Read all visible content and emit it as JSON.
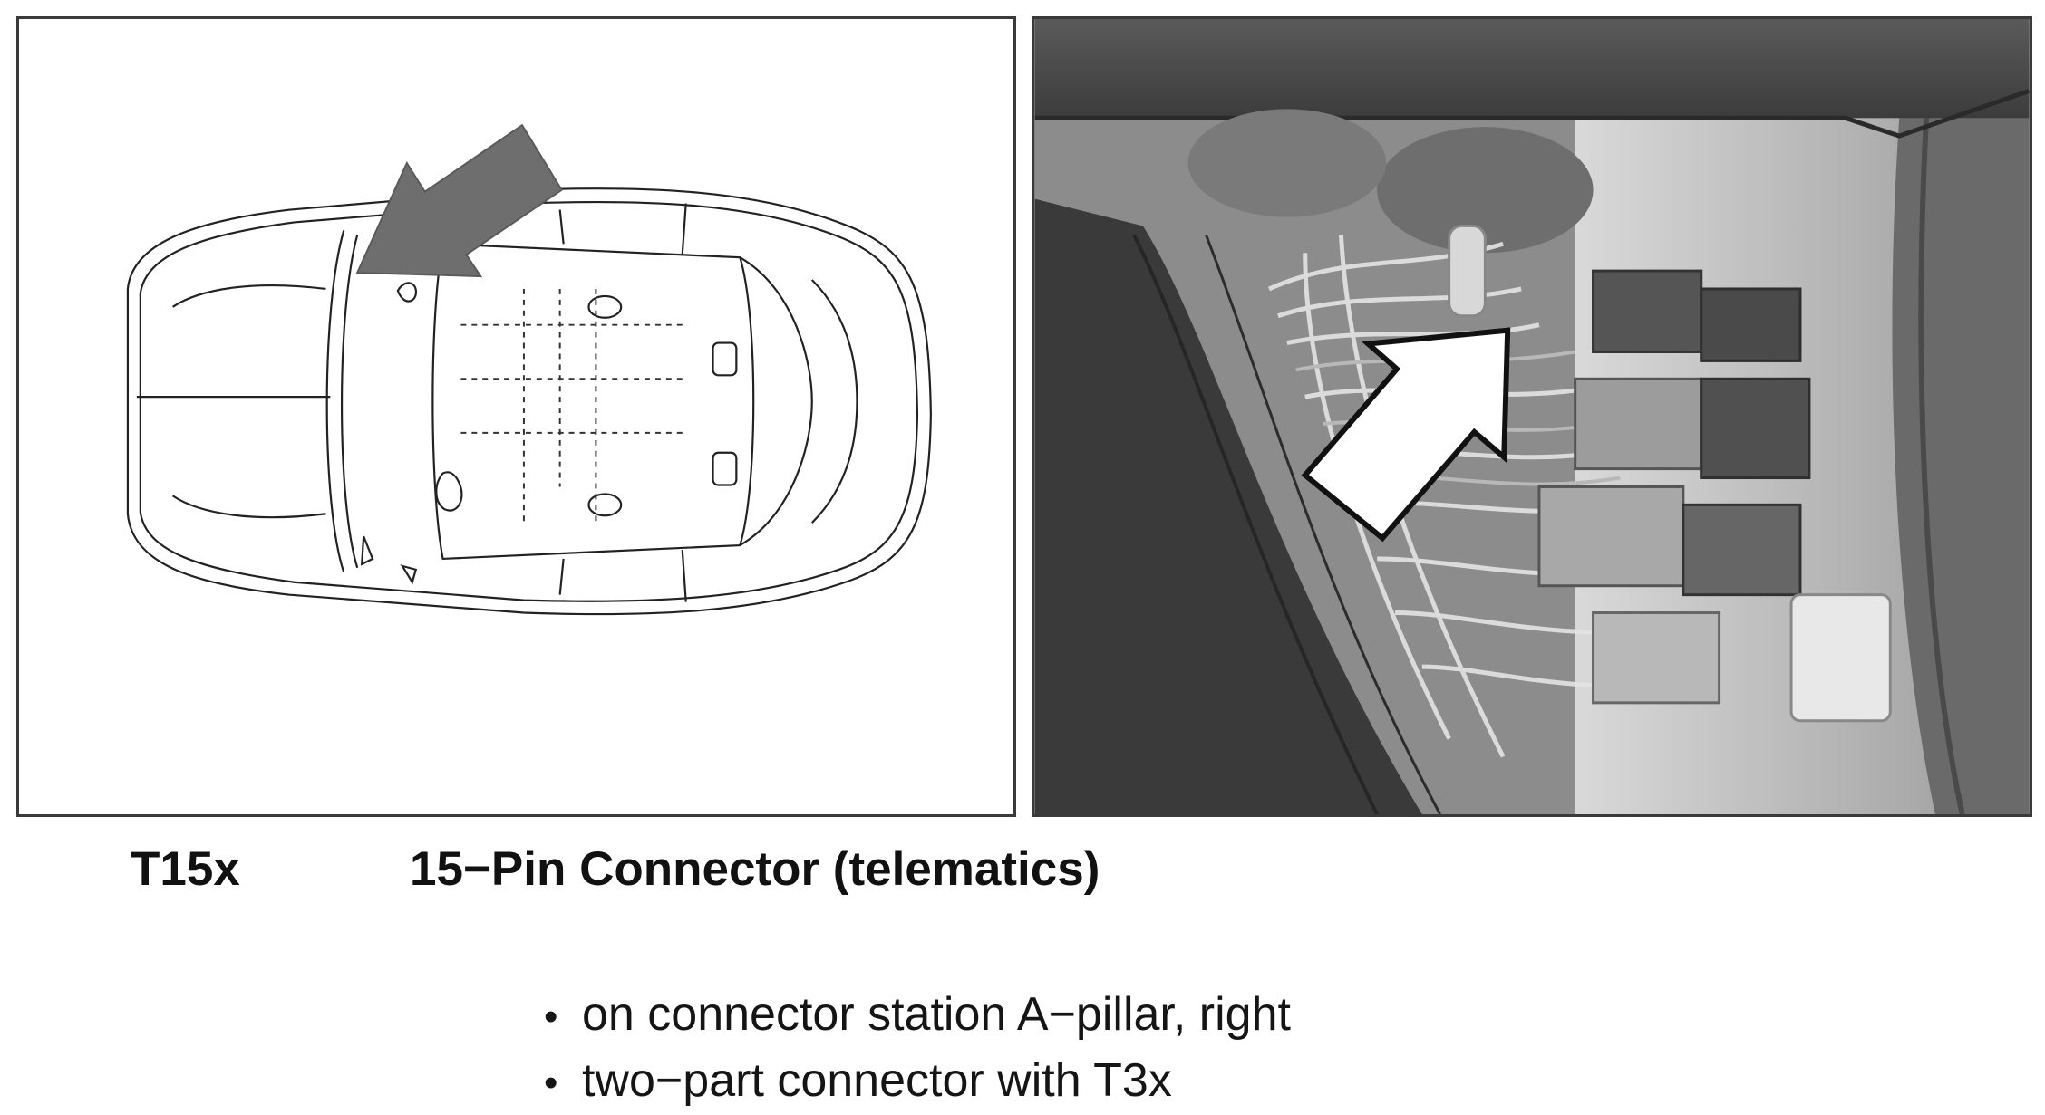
{
  "caption": {
    "code": "T15x",
    "title": "15−Pin Connector (telematics)"
  },
  "notes": [
    "on connector station A−pillar, right",
    "two−part connector with T3x"
  ],
  "bullet_glyph": "•",
  "colors": {
    "locator_arrow": "#6e6e6e",
    "photo_arrow": "#ffffff",
    "panel_border": "#3a3a3a"
  }
}
